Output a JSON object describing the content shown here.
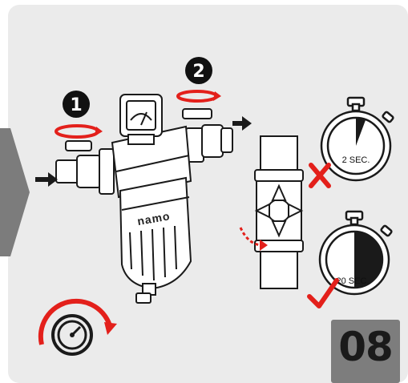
{
  "step": {
    "number": "08"
  },
  "steps": [
    {
      "label": "1",
      "action": "rotate-valve"
    },
    {
      "label": "2",
      "action": "rotate-valve"
    }
  ],
  "timers": [
    {
      "label": "2 SEC.",
      "status": "incorrect",
      "icon": "cross-icon"
    },
    {
      "label": "20 SEC.",
      "status": "correct",
      "icon": "check-icon"
    }
  ],
  "device": {
    "brand": "namo"
  },
  "colors": {
    "accent": "#e3201b",
    "panel": "#ebebeb",
    "step_box": "#7d7d7d",
    "ink": "#1a1a1a"
  }
}
